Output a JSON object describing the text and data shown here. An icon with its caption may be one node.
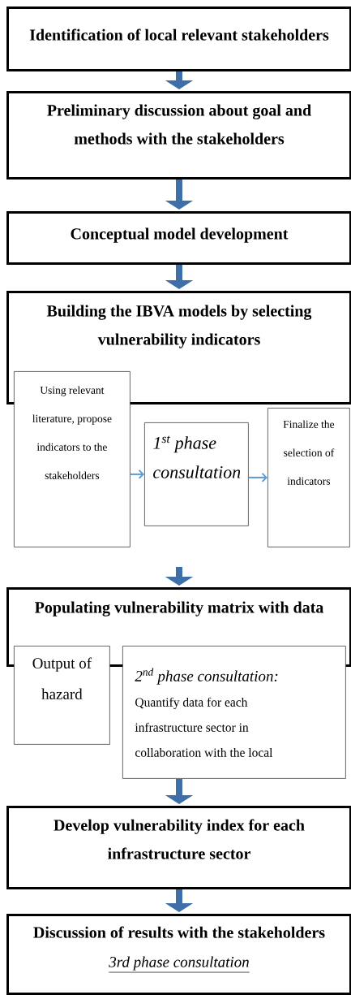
{
  "diagram": {
    "nodes": [
      {
        "text": [
          "Identification of local relevant stakeholders"
        ]
      },
      {
        "text": [
          "Preliminary discussion about goal and methods with the stakeholders"
        ]
      },
      {
        "text": [
          "Conceptual model development"
        ]
      },
      {
        "text": [
          "Building the IBVA models by selecting vulnerability indicators"
        ]
      },
      {
        "text": [
          "Using relevant literature, propose indicators to the stakeholders"
        ]
      },
      {
        "text": [
          "1$^{st}$ phase consultation"
        ]
      },
      {
        "text": [
          "Finalize the selection of indicators"
        ]
      },
      {
        "text": [
          "Populating vulnerability matrix with data"
        ]
      },
      {
        "text": [
          "Output of hazard"
        ]
      },
      {
        "text": [
          "\\textit{2}^{\\textit{nd}}\\textit{ phase consultation:}",
          "Quantify data for each infrastructure sector in collaboration with the local"
        ]
      },
      {
        "text": [
          "Develop vulnerability index for each infrastructure sector"
        ]
      },
      {
        "text": [
          "Discussion of results with the stakeholders",
          "3rd phase consultation"
        ]
      }
    ],
    "edges": [
      {
        "from": 0,
        "to": 1,
        "arrow": "to"
      },
      {
        "from": 1,
        "to": 2,
        "arrow": "to"
      },
      {
        "from": 2,
        "to": 3,
        "arrow": "to"
      },
      {
        "from": 4,
        "to": 5,
        "arrow": "to"
      },
      {
        "from": 5,
        "to": 6,
        "arrow": "to"
      },
      {
        "from": null,
        "to": 7,
        "arrow": "to"
      },
      {
        "from": 9,
        "to": 10,
        "arrow": "to"
      },
      {
        "from": 10,
        "to": 11,
        "arrow": "to"
      }
    ]
  }
}
